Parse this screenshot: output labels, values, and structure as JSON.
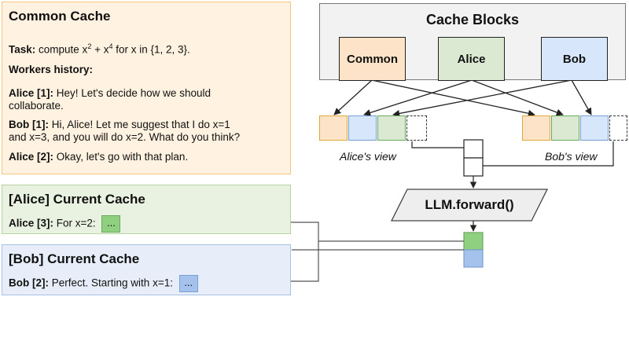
{
  "common": {
    "title": "Common Cache",
    "task_label": "Task:",
    "task_pre": "compute x",
    "sup1": "2",
    "task_mid": " + x",
    "sup2": "4",
    "task_post": " for x in {1, 2, 3}.",
    "history_label": "Workers history:",
    "entries": [
      {
        "speaker": "Alice [1]:",
        "lines": [
          "Hey! Let's decide how we should",
          "collaborate."
        ]
      },
      {
        "speaker": "Bob [1]:",
        "lines": [
          "Hi, Alice! Let me suggest that I do x=1",
          "and x=3, and you will do x=2. What do you think?"
        ]
      },
      {
        "speaker": "Alice [2]:",
        "lines": [
          "Okay, let's go with that plan."
        ]
      }
    ]
  },
  "alice_current": {
    "title": "[Alice] Current Cache",
    "speaker": "Alice [3]:",
    "text": "For x=2:",
    "chip": "..."
  },
  "bob_current": {
    "title": "[Bob] Current Cache",
    "speaker": "Bob [2]:",
    "text": "Perfect. Starting with x=1:",
    "chip": "..."
  },
  "cache_blocks": {
    "title": "Cache Blocks",
    "blocks": [
      "Common",
      "Alice",
      "Bob"
    ]
  },
  "views": {
    "alice": "Alice's view",
    "bob": "Bob's view"
  },
  "llm": "LLM.forward()",
  "colors": {
    "orange": "#fde3c7",
    "green": "#dbe9d2",
    "blue": "#d8e6fb",
    "chip_green": "#8fcf80",
    "chip_blue": "#a4c2ec"
  }
}
